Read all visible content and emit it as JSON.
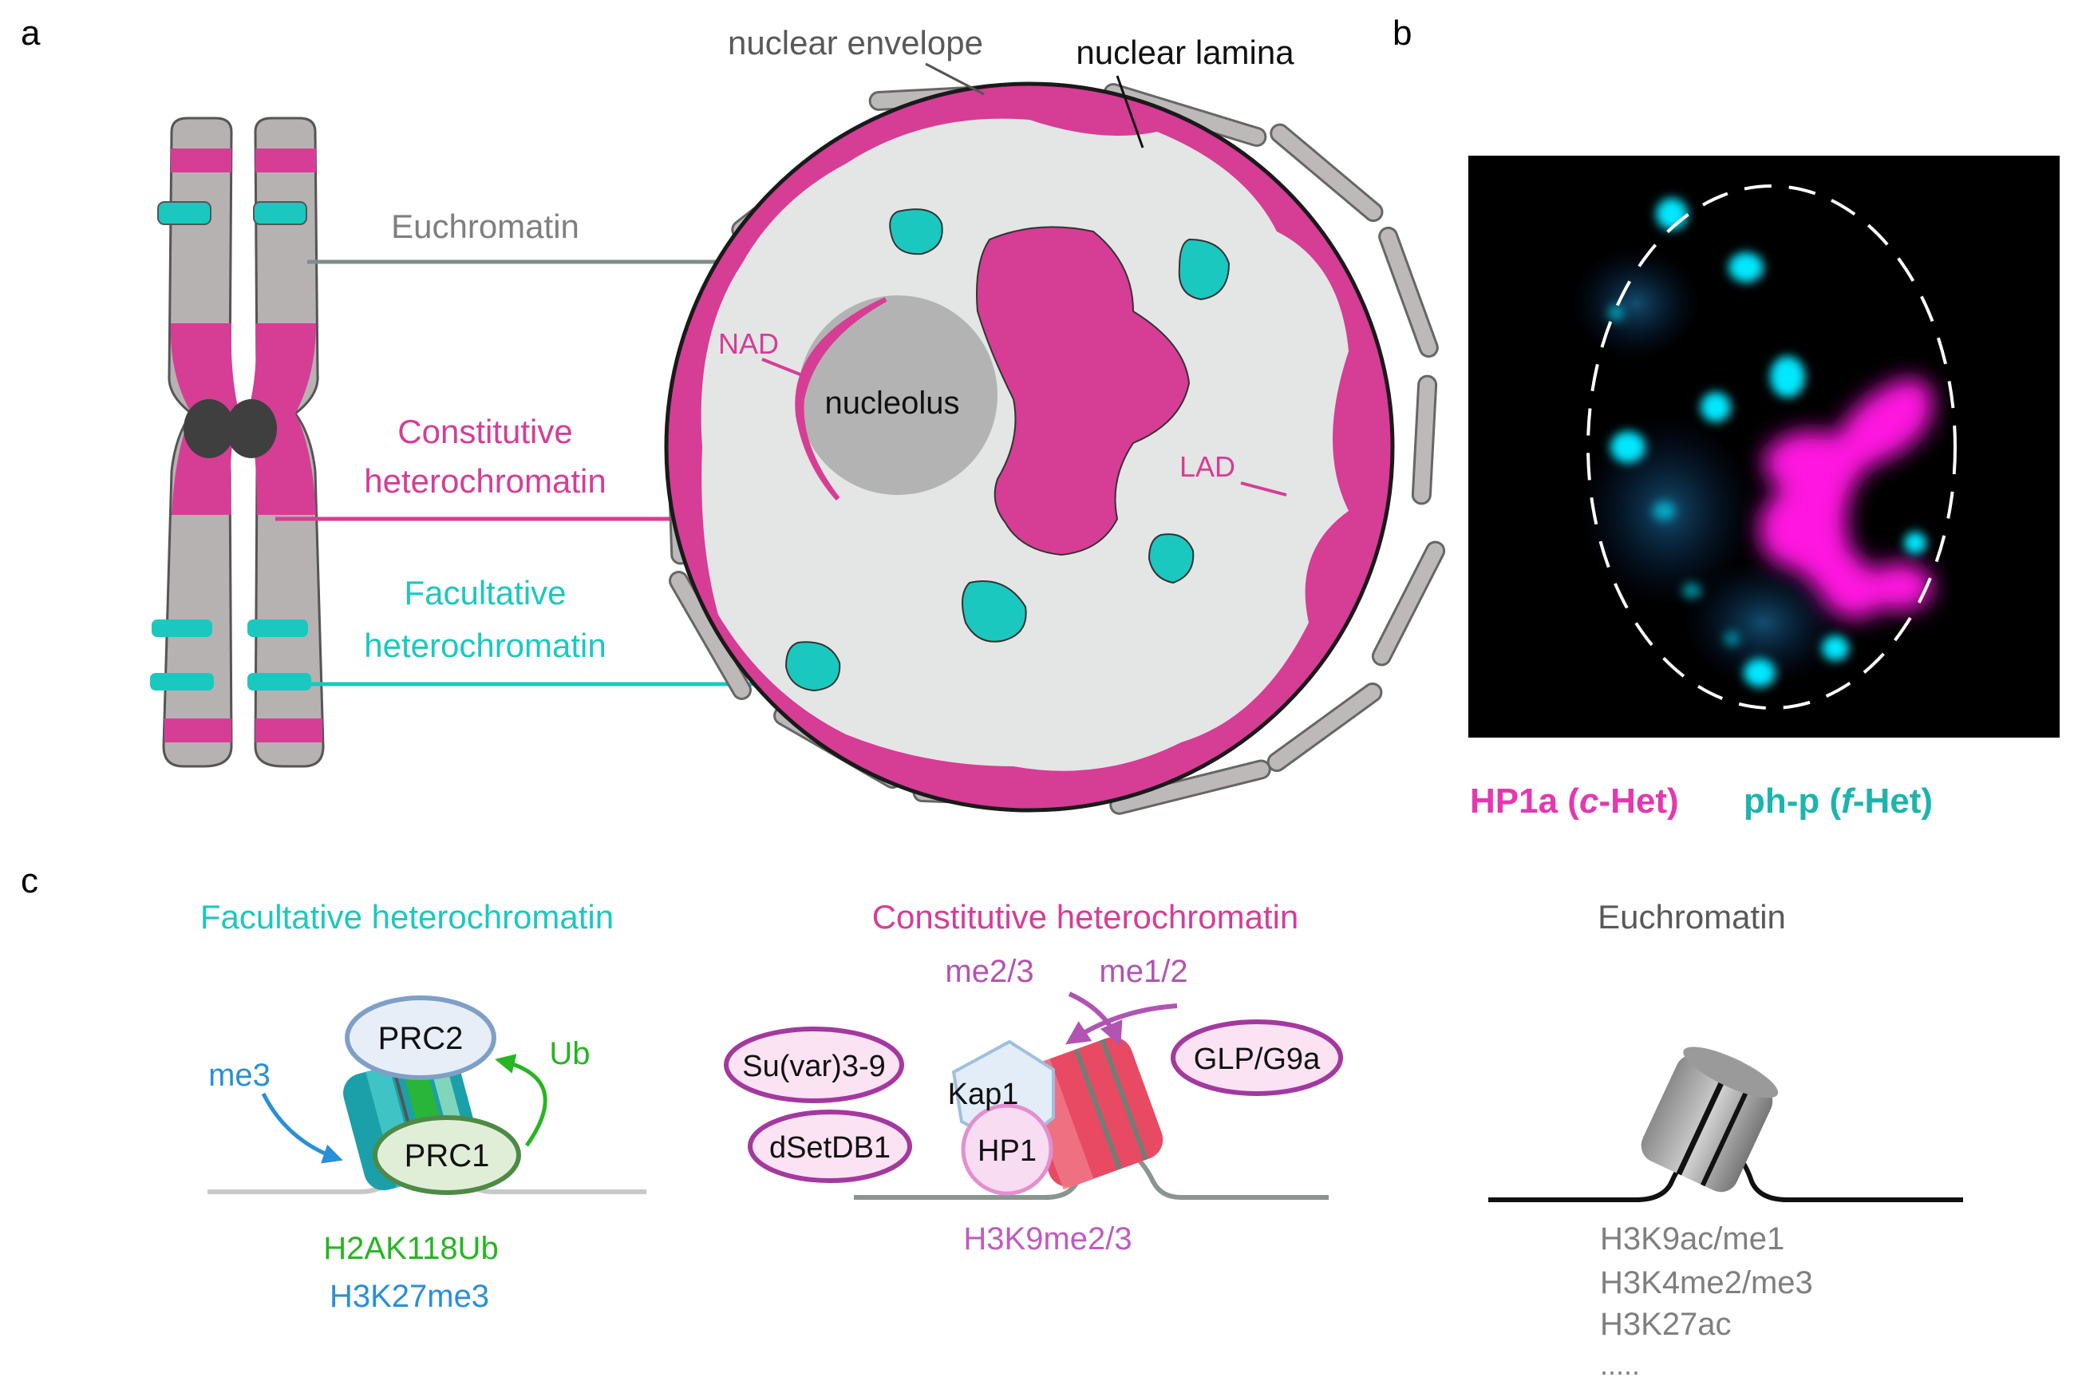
{
  "colors": {
    "magenta": "#d63d95",
    "teal": "#1bc8bf",
    "gray_text": "#7f7f7f",
    "green": "#27b522",
    "blue": "#2a8fd6",
    "purple": "#b154b3",
    "chromosome_gray": "#b7b2b2",
    "envelope_gray": "#bdb9b9",
    "nucleoplasm": "#e4e5e5",
    "nucleolus": "#b3b3b3"
  },
  "panel_a": {
    "label": "a",
    "nuclear_envelope": "nuclear envelope",
    "nuclear_lamina": "nuclear lamina",
    "euchromatin": "Euchromatin",
    "constitutive": [
      "Constitutive",
      "heterochromatin"
    ],
    "facultative": [
      "Facultative",
      "heterochromatin"
    ],
    "nad": "NAD",
    "nucleolus": "nucleolus",
    "lad": "LAD"
  },
  "panel_b": {
    "label": "b",
    "hp1a": "HP1a (",
    "c": "c",
    "het_c": "-Het)",
    "php": "ph-p (",
    "f": "f",
    "het_f": "-Het)"
  },
  "panel_c": {
    "label": "c",
    "facultative_title": "Facultative heterochromatin",
    "constitutive_title": "Constitutive heterochromatin",
    "euchromatin_title": "Euchromatin",
    "prc2": "PRC2",
    "prc1": "PRC1",
    "me3": "me3",
    "ub": "Ub",
    "h2ak118ub": "H2AK118Ub",
    "h3k27me3": "H3K27me3",
    "me23": "me2/3",
    "me12": "me1/2",
    "suvar": "Su(var)3-9",
    "dsetdb1": "dSetDB1",
    "kap1": "Kap1",
    "hp1": "HP1",
    "glp": "GLP/G9a",
    "h3k9me23": "H3K9me2/3",
    "eu_marks": [
      "H3K9ac/me1",
      "H3K4me2/me3",
      "H3K27ac",
      "....."
    ]
  }
}
